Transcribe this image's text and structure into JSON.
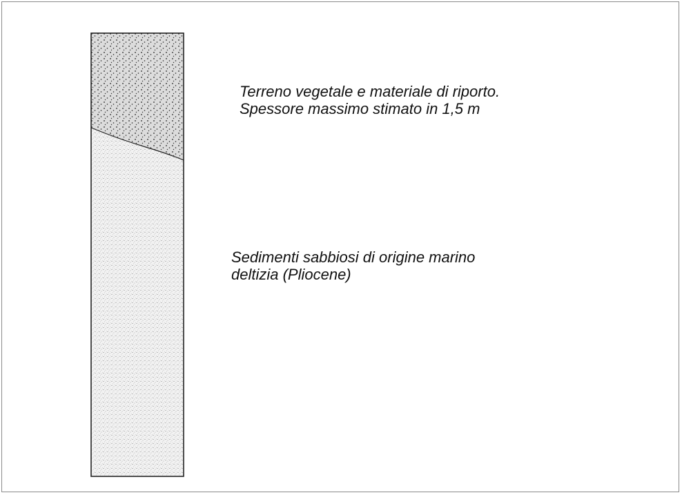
{
  "diagram": {
    "layers": [
      {
        "id": "topsoil",
        "description_lines": [
          "Terreno vegetale e materiale di riporto.",
          "Spessore massimo stimato in 1,5 m"
        ],
        "fill": "#dcdcdc",
        "pattern": "coarse-dots"
      },
      {
        "id": "sandy-sediments",
        "description_lines": [
          "Sedimenti sabbiosi di origine marino",
          "deltizia (Pliocene)"
        ],
        "fill": "#f2f2f2",
        "pattern": "fine-stipple"
      }
    ],
    "outline_color": "#222222"
  }
}
